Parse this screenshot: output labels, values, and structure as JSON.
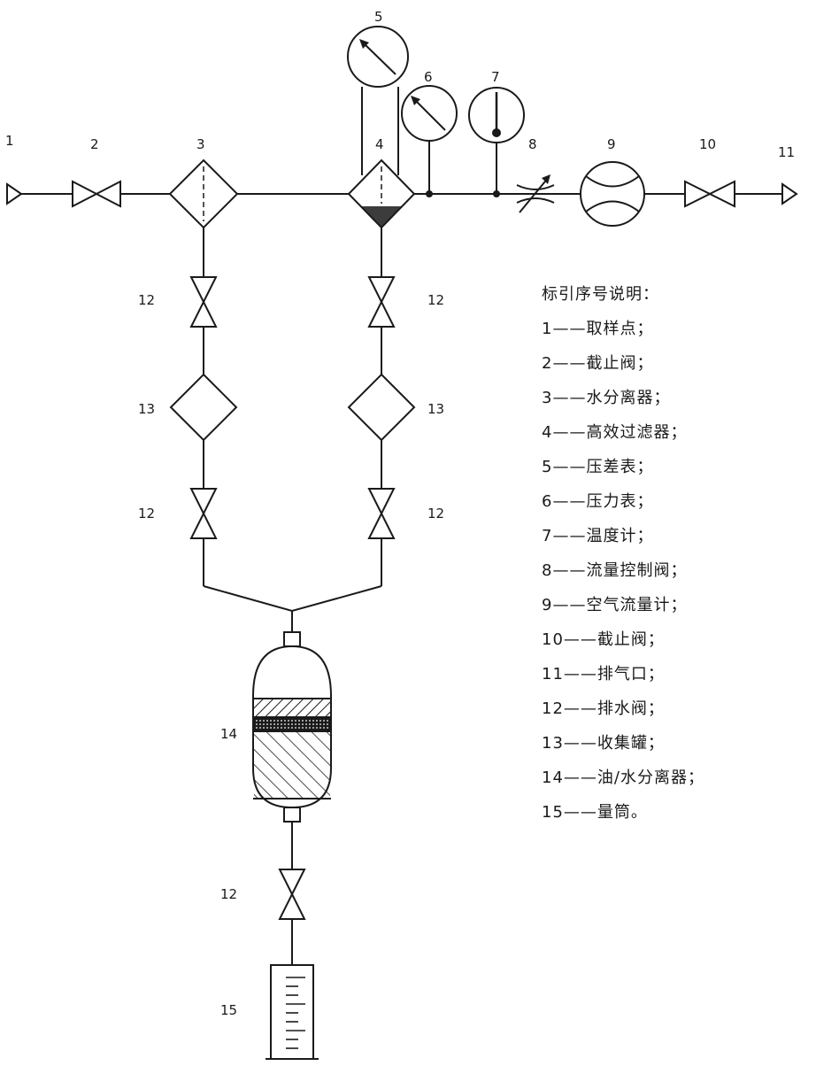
{
  "diagram": {
    "labels": {
      "n1": "1",
      "n2": "2",
      "n3": "3",
      "n4": "4",
      "n5": "5",
      "n6": "6",
      "n7": "7",
      "n8": "8",
      "n9": "9",
      "n10": "10",
      "n11": "11",
      "n12": "12",
      "n13": "13",
      "n14": "14",
      "n15": "15"
    }
  },
  "legend": {
    "title": "标引序号说明：",
    "items": [
      "1——取样点；",
      "2——截止阀；",
      "3——水分离器；",
      "4——高效过滤器；",
      "5——压差表；",
      "6——压力表；",
      "7——温度计；",
      "8——流量控制阀；",
      "9——空气流量计；",
      "10——截止阀；",
      "11——排气口；",
      "12——排水阀；",
      "13——收集罐；",
      "14——油/水分离器；",
      "15——量筒。"
    ]
  }
}
